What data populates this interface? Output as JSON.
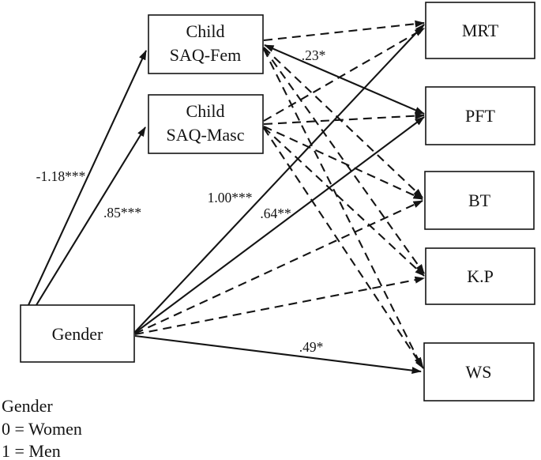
{
  "figure": {
    "type": "path-diagram",
    "background_color": "#ffffff",
    "ink_color": "#141414"
  },
  "nodes": {
    "gender": {
      "label": "Gender"
    },
    "saq_fem": {
      "label_line1": "Child",
      "label_line2": "SAQ-Fem"
    },
    "saq_masc": {
      "label_line1": "Child",
      "label_line2": "SAQ-Masc"
    },
    "mrt": {
      "label": "MRT"
    },
    "pft": {
      "label": "PFT"
    },
    "bt": {
      "label": "BT"
    },
    "kp": {
      "label": "K.P"
    },
    "ws": {
      "label": "WS"
    }
  },
  "edges": [
    {
      "from": "Gender",
      "to": "Child SAQ-Fem",
      "style": "solid",
      "label": "-1.18***"
    },
    {
      "from": "Gender",
      "to": "Child SAQ-Masc",
      "style": "solid",
      "label": ".85***"
    },
    {
      "from": "Gender",
      "to": "MRT",
      "style": "solid",
      "label": "1.00***"
    },
    {
      "from": "Gender",
      "to": "PFT",
      "style": "solid",
      "label": ".64**"
    },
    {
      "from": "Gender",
      "to": "WS",
      "style": "solid",
      "label": ".49*"
    },
    {
      "from": "Gender",
      "to": "BT",
      "style": "dashed",
      "label": ""
    },
    {
      "from": "Gender",
      "to": "K.P",
      "style": "dashed",
      "label": ""
    },
    {
      "from": "Child SAQ-Fem",
      "to": "MRT",
      "style": "dashed",
      "label": ".23*"
    },
    {
      "from": "Child SAQ-Fem",
      "to": "PFT",
      "style": "solid",
      "label": "",
      "double_headed": true
    },
    {
      "from": "Child SAQ-Fem",
      "to": "BT",
      "style": "dashed",
      "label": ""
    },
    {
      "from": "Child SAQ-Fem",
      "to": "K.P",
      "style": "dashed",
      "label": ""
    },
    {
      "from": "Child SAQ-Fem",
      "to": "WS",
      "style": "dashed",
      "label": ""
    },
    {
      "from": "Child SAQ-Masc",
      "to": "MRT",
      "style": "dashed",
      "label": ""
    },
    {
      "from": "Child SAQ-Masc",
      "to": "PFT",
      "style": "dashed",
      "label": ""
    },
    {
      "from": "Child SAQ-Masc",
      "to": "BT",
      "style": "dashed",
      "label": ""
    },
    {
      "from": "Child SAQ-Masc",
      "to": "K.P",
      "style": "dashed",
      "label": ""
    },
    {
      "from": "Child SAQ-Masc",
      "to": "WS",
      "style": "dashed",
      "label": ""
    }
  ],
  "legend": {
    "line1": "Gender",
    "line2": "0 = Women",
    "line3": "1 = Men"
  }
}
